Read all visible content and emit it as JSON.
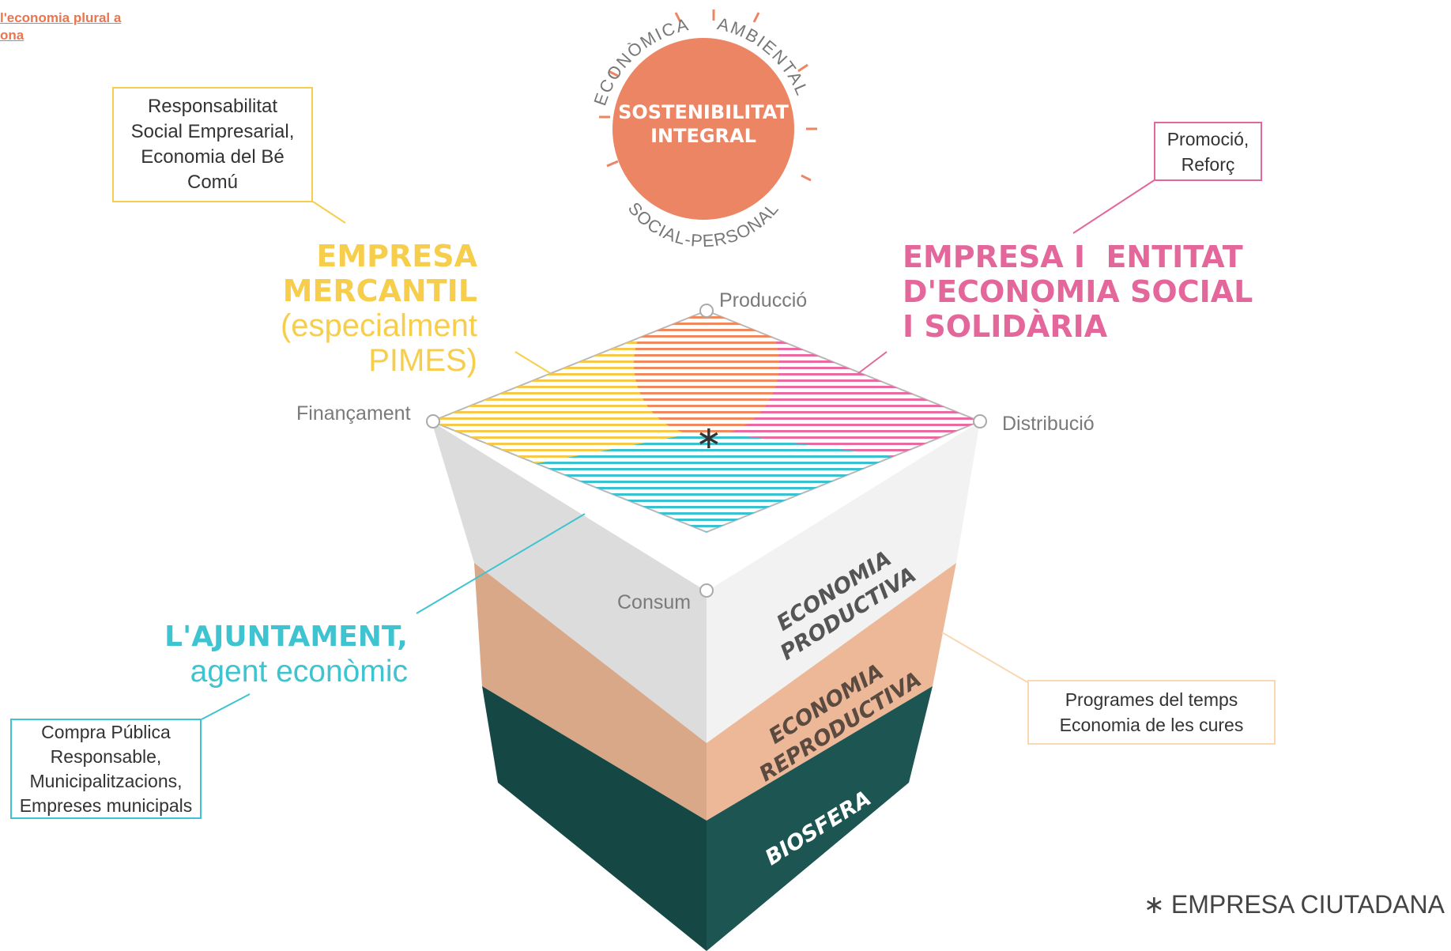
{
  "top_link": {
    "line1": "l'economia plural a",
    "line2": "ona"
  },
  "sun": {
    "title_line1": "SOSTENIBILITAT",
    "title_line2": "INTEGRAL",
    "arc_economica": "ECONÒMICA",
    "arc_ambiental": "AMBIENTAL",
    "arc_social": "SOCIAL-PERSONAL"
  },
  "boxes": {
    "rse": {
      "line1": "Responsabilitat",
      "line2": "Social Empresarial,",
      "line3": "Economia del Bé",
      "line4": "Comú"
    },
    "promocio": {
      "line1": "Promoció,",
      "line2": "Reforç"
    },
    "compra": {
      "line1": "Compra Pública",
      "line2": "Responsable,",
      "line3": "Municipalitzacions,",
      "line4": "Empreses municipals"
    },
    "temps": {
      "line1": "Programes del temps",
      "line2": "Economia de les cures"
    }
  },
  "agents": {
    "mercantil": {
      "line1": "EMPRESA",
      "line2": "MERCANTIL",
      "line3": "(especialment",
      "line4": "PIMES)"
    },
    "social": {
      "line1": "EMPRESA I  ENTITAT",
      "line2": "D'ECONOMIA SOCIAL",
      "line3": "I SOLIDÀRIA"
    },
    "ajuntament": {
      "line1": "L'AJUNTAMENT,",
      "line2": "agent econòmic"
    }
  },
  "vertices": {
    "produccio": "Producció",
    "financament": "Finançament",
    "distribucio": "Distribució",
    "consum": "Consum"
  },
  "layers": {
    "productiva": {
      "line1": "ECONOMIA",
      "line2": "PRODUCTIVA"
    },
    "reproductiva": {
      "line1": "ECONOMIA",
      "line2": "REPRODUCTIVA"
    },
    "biosfera": "BIOSFERA"
  },
  "legend": {
    "symbol": "∗",
    "label": "EMPRESA CIUTADANA"
  },
  "colors": {
    "orange": "#ec8563",
    "yellow": "#f7ce4c",
    "pink": "#e3679b",
    "teal": "#3ec4d0",
    "peach": "#f9d7b3",
    "stone": "#dcdcdc",
    "sand": "#e6b394",
    "deep": "#184e4c"
  }
}
